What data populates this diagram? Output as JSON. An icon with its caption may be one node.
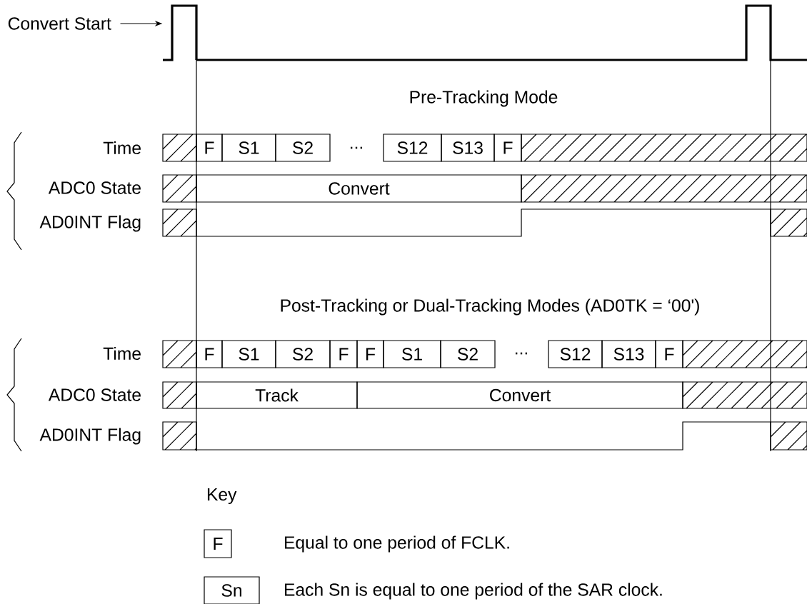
{
  "diagram": {
    "nodes": [
      {
        "text": [
          "Convert Start"
        ]
      },
      {
        "text": [],
        "shape": "pulse"
      },
      {
        "text": [
          "F"
        ]
      },
      {
        "text": [
          "S1"
        ]
      },
      {
        "text": [
          "S2"
        ]
      },
      {
        "text": [
          "S12"
        ]
      },
      {
        "text": [
          "S13"
        ]
      },
      {
        "text": [
          "F"
        ]
      },
      {
        "text": [
          "Convert"
        ]
      },
      {
        "text": [
          "F"
        ]
      },
      {
        "text": [
          "S1"
        ]
      },
      {
        "text": [
          "S2"
        ]
      },
      {
        "text": [
          "F"
        ]
      },
      {
        "text": [
          "F"
        ]
      },
      {
        "text": [
          "S1"
        ]
      },
      {
        "text": [
          "S2"
        ]
      },
      {
        "text": [
          "S12"
        ]
      },
      {
        "text": [
          "S13"
        ]
      },
      {
        "text": [
          "F"
        ]
      },
      {
        "text": [
          "Track"
        ]
      },
      {
        "text": [
          "Convert"
        ]
      },
      {
        "text": [
          "F"
        ]
      },
      {
        "text": [
          "Sn"
        ]
      }
    ],
    "edges": [
      {
        "from": 0,
        "to": 1,
        "arrow": "to"
      }
    ],
    "labels": [
      "Pre-Tracking Mode",
      "Time",
      "...",
      "ADC0 State",
      "AD0INT Flag",
      "Post-Tracking or Dual-Tracking Modes (AD0TK = ‘00')",
      "Time",
      "...",
      "ADC0 State",
      "AD0INT Flag",
      "Key",
      "Equal to one period of FCLK.",
      "Each Sn is equal to one period of the SAR clock."
    ]
  }
}
